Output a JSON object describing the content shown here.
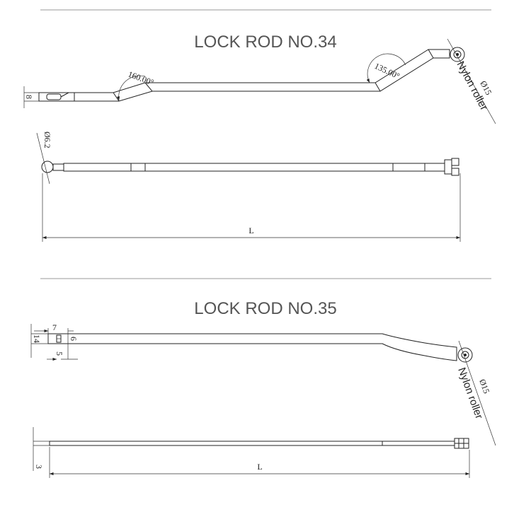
{
  "rod34": {
    "title": "LOCK ROD NO.34",
    "angle_left": "160.00°",
    "angle_right": "135.00°",
    "dim_height": "8",
    "roller_diameter": "Ø15",
    "roller_label": "Nylon roller",
    "eye_diameter": "Ø6.2",
    "length_label": "L"
  },
  "rod35": {
    "title": "LOCK ROD NO.35",
    "dim_7": "7",
    "dim_14": "14",
    "dim_6": "6",
    "dim_5": "5",
    "roller_diameter": "Ø15",
    "roller_label": "Nylon roller",
    "dim_thickness": "3",
    "length_label": "L"
  }
}
